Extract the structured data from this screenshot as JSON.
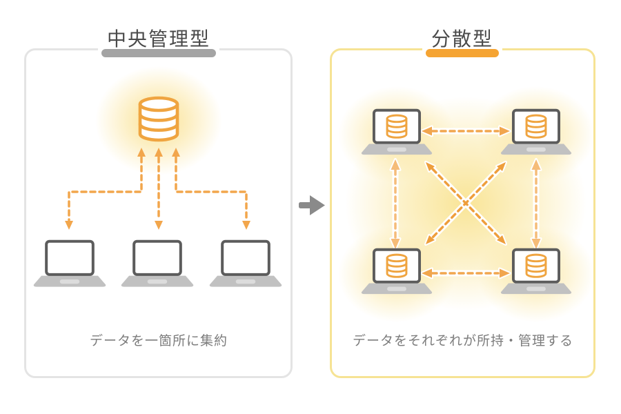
{
  "panels": [
    {
      "id": "centralized",
      "title": "中央管理型",
      "caption": "データを一箇所に集約",
      "accent_color": "#A4A4A4",
      "border_color": "#E4E4E4",
      "server_icon": "database-icon",
      "client_icon": "laptop-icon",
      "client_count": 3,
      "link_style": "dashed-bidirectional"
    },
    {
      "id": "distributed",
      "title": "分散型",
      "caption": "データをそれぞれが所持・管理する",
      "accent_color": "#F5A433",
      "border_color": "#F6E394",
      "peer_icon": "laptop-database-icon",
      "peer_count": 4,
      "link_style": "dashed-bidirectional-full-mesh"
    }
  ],
  "transform_arrow": {
    "icon": "right-arrow-icon",
    "color": "#8A8A8A"
  },
  "colors": {
    "background": "#FFFFFF",
    "orange_accent": "#F2A64C",
    "orange_deep": "#EE9E3C",
    "orange_pale": "#F5BC78",
    "glow_yellow": "#FAE08C",
    "laptop_base_gray": "#C1C1C1",
    "laptop_screen_border": "#5C5C5C",
    "title_text": "#4A4A4A",
    "caption_text": "#7C7C7C"
  }
}
